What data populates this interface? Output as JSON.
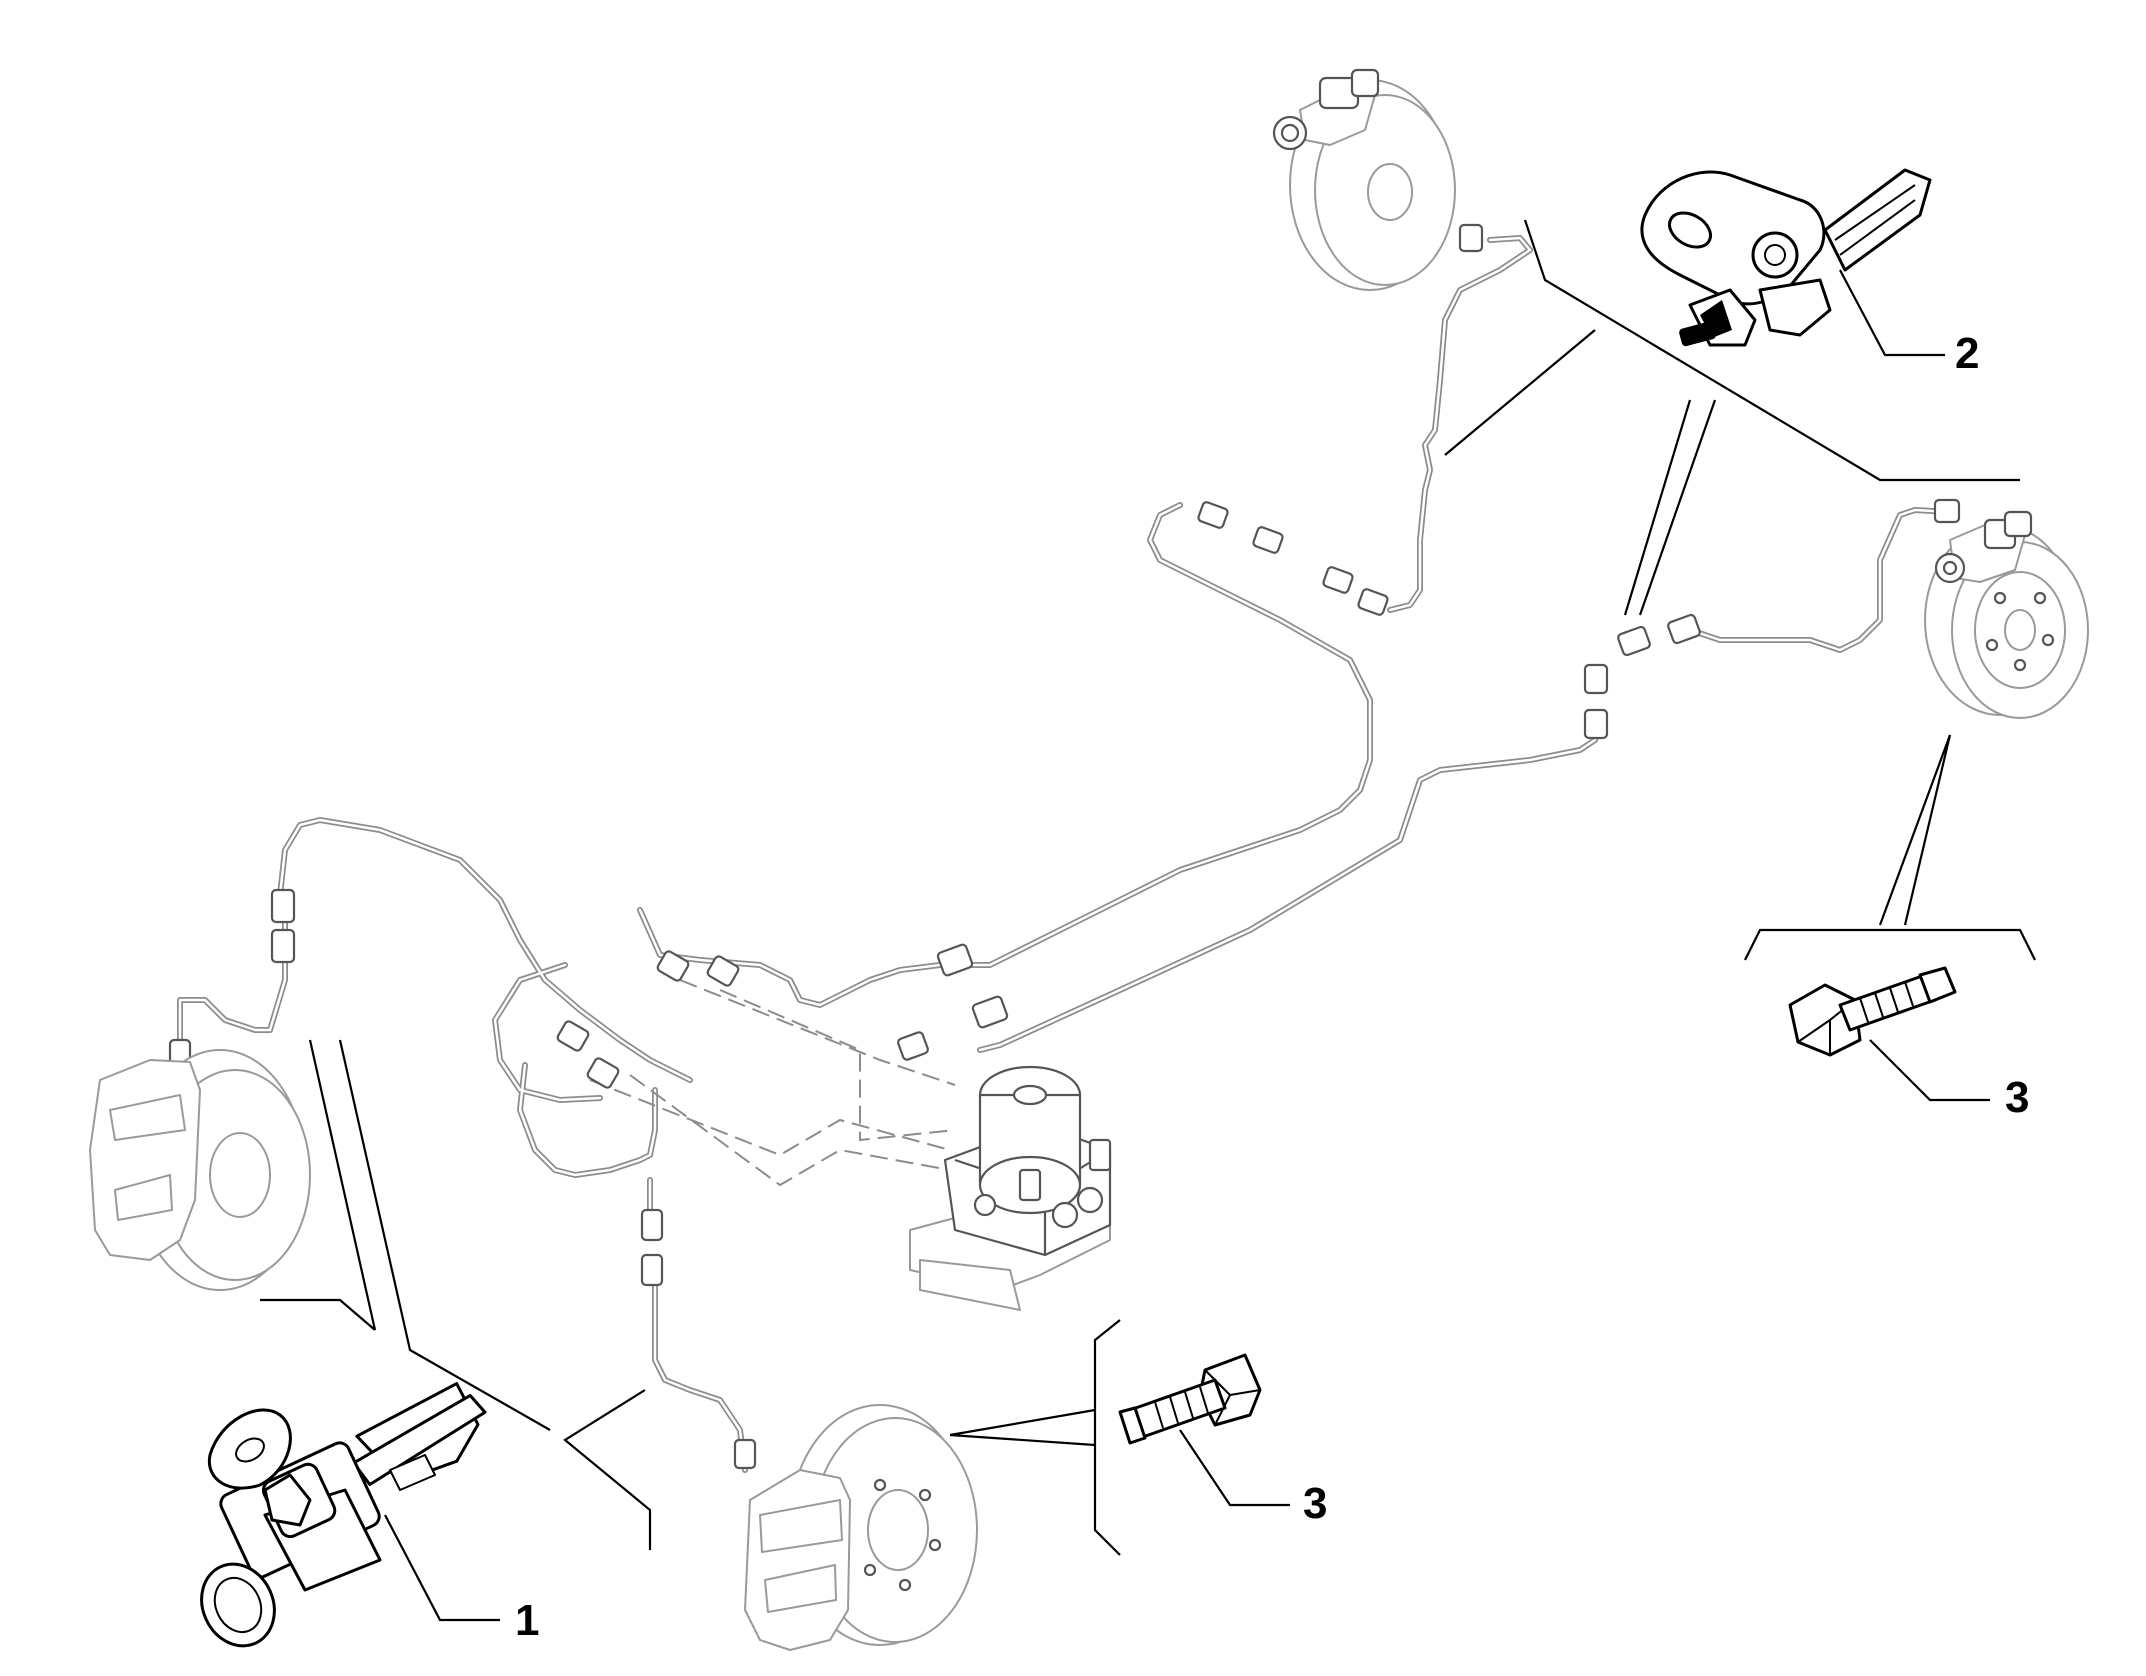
{
  "diagram": {
    "callouts": [
      {
        "label": "1"
      },
      {
        "label": "2"
      },
      {
        "label": "3"
      },
      {
        "label": "3"
      }
    ]
  }
}
